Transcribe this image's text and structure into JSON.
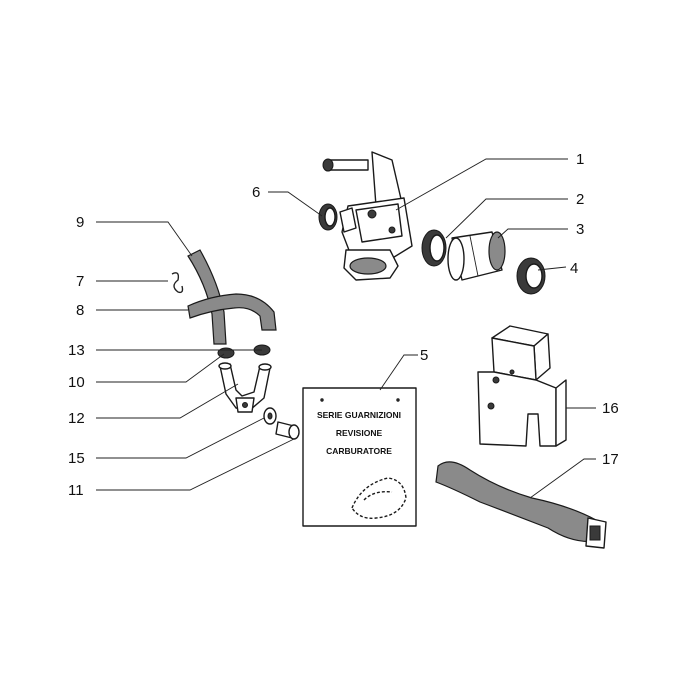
{
  "callouts": [
    {
      "id": "1",
      "label": "1"
    },
    {
      "id": "2",
      "label": "2"
    },
    {
      "id": "3",
      "label": "3"
    },
    {
      "id": "4",
      "label": "4"
    },
    {
      "id": "5",
      "label": "5"
    },
    {
      "id": "6",
      "label": "6"
    },
    {
      "id": "7",
      "label": "7"
    },
    {
      "id": "8",
      "label": "8"
    },
    {
      "id": "9",
      "label": "9"
    },
    {
      "id": "10",
      "label": "10"
    },
    {
      "id": "11",
      "label": "11"
    },
    {
      "id": "12",
      "label": "12"
    },
    {
      "id": "13",
      "label": "13"
    },
    {
      "id": "15",
      "label": "15"
    },
    {
      "id": "16",
      "label": "16"
    },
    {
      "id": "17",
      "label": "17"
    }
  ],
  "gasket_kit": {
    "line1": "SERIE GUARNIZIONI",
    "line2": "REVISIONE",
    "line3": "CARBURATORE"
  },
  "colors": {
    "line": "#222222",
    "shade": "#8a8a8a",
    "dark": "#3a3a3a"
  }
}
